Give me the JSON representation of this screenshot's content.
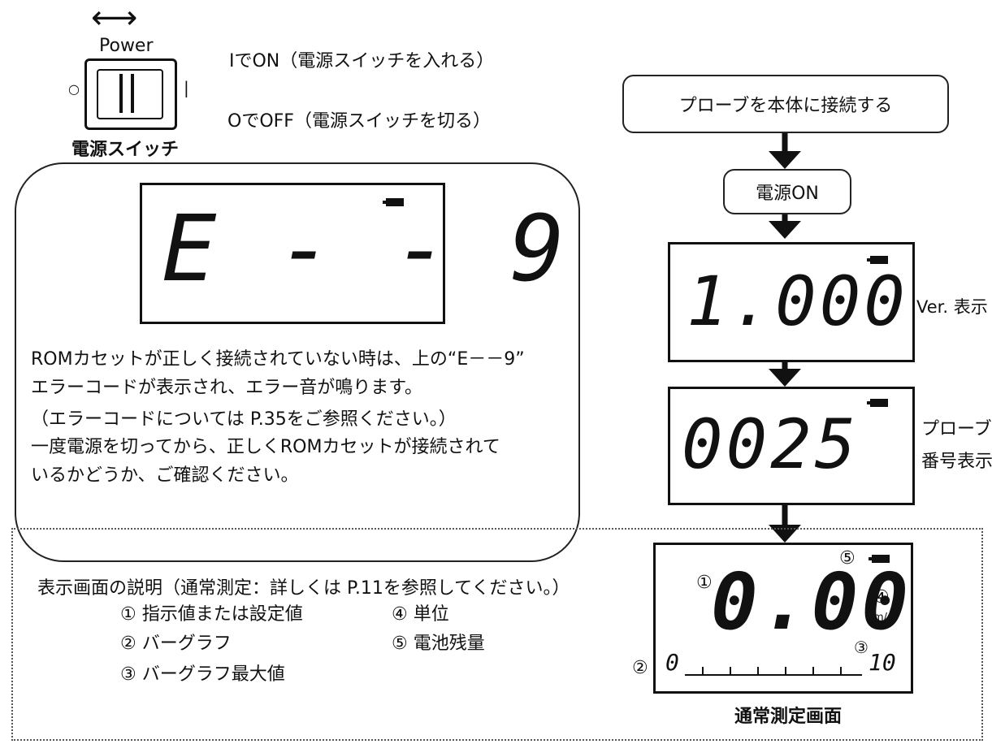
{
  "power_switch": {
    "arrow": "⟷",
    "label": "Power",
    "off_mark": "○",
    "on_mark": "|",
    "caption": "電源スイッチ",
    "on_text": "IでON（電源スイッチを入れる）",
    "off_text": "OでOFF（電源スイッチを切る）"
  },
  "error_panel": {
    "display": "E - - 9",
    "lines": [
      "ROMカセットが正しく接続されていない時は、上の“E－－9”",
      "エラーコードが表示され、エラー音が鳴ります。",
      "（エラーコードについては P.35をご参照ください。）",
      "一度電源を切ってから、正しくROMカセットが接続されて",
      "いるかどうか、ご確認ください。"
    ]
  },
  "flow": {
    "step1": "プローブを本体に接続する",
    "step2": "電源ON",
    "display1": "1.000",
    "display1_label": "Ver. 表示",
    "display2": "0025",
    "display2_label_line1": "プローブ",
    "display2_label_line2": "番号表示",
    "display3_value": "0.00",
    "display3_unit": "m/s",
    "display3_bar_min": "0",
    "display3_bar_max": "10",
    "display3_caption": "通常測定画面",
    "markers": [
      "①",
      "②",
      "③",
      "④",
      "⑤"
    ]
  },
  "legend": {
    "title": "表示画面の説明（通常測定：詳しくは P.11を参照してください。）",
    "items": [
      "① 指示値または設定値",
      "② バーグラフ",
      "③ バーグラフ最大値",
      "④ 単位",
      "⑤ 電池残量"
    ]
  }
}
